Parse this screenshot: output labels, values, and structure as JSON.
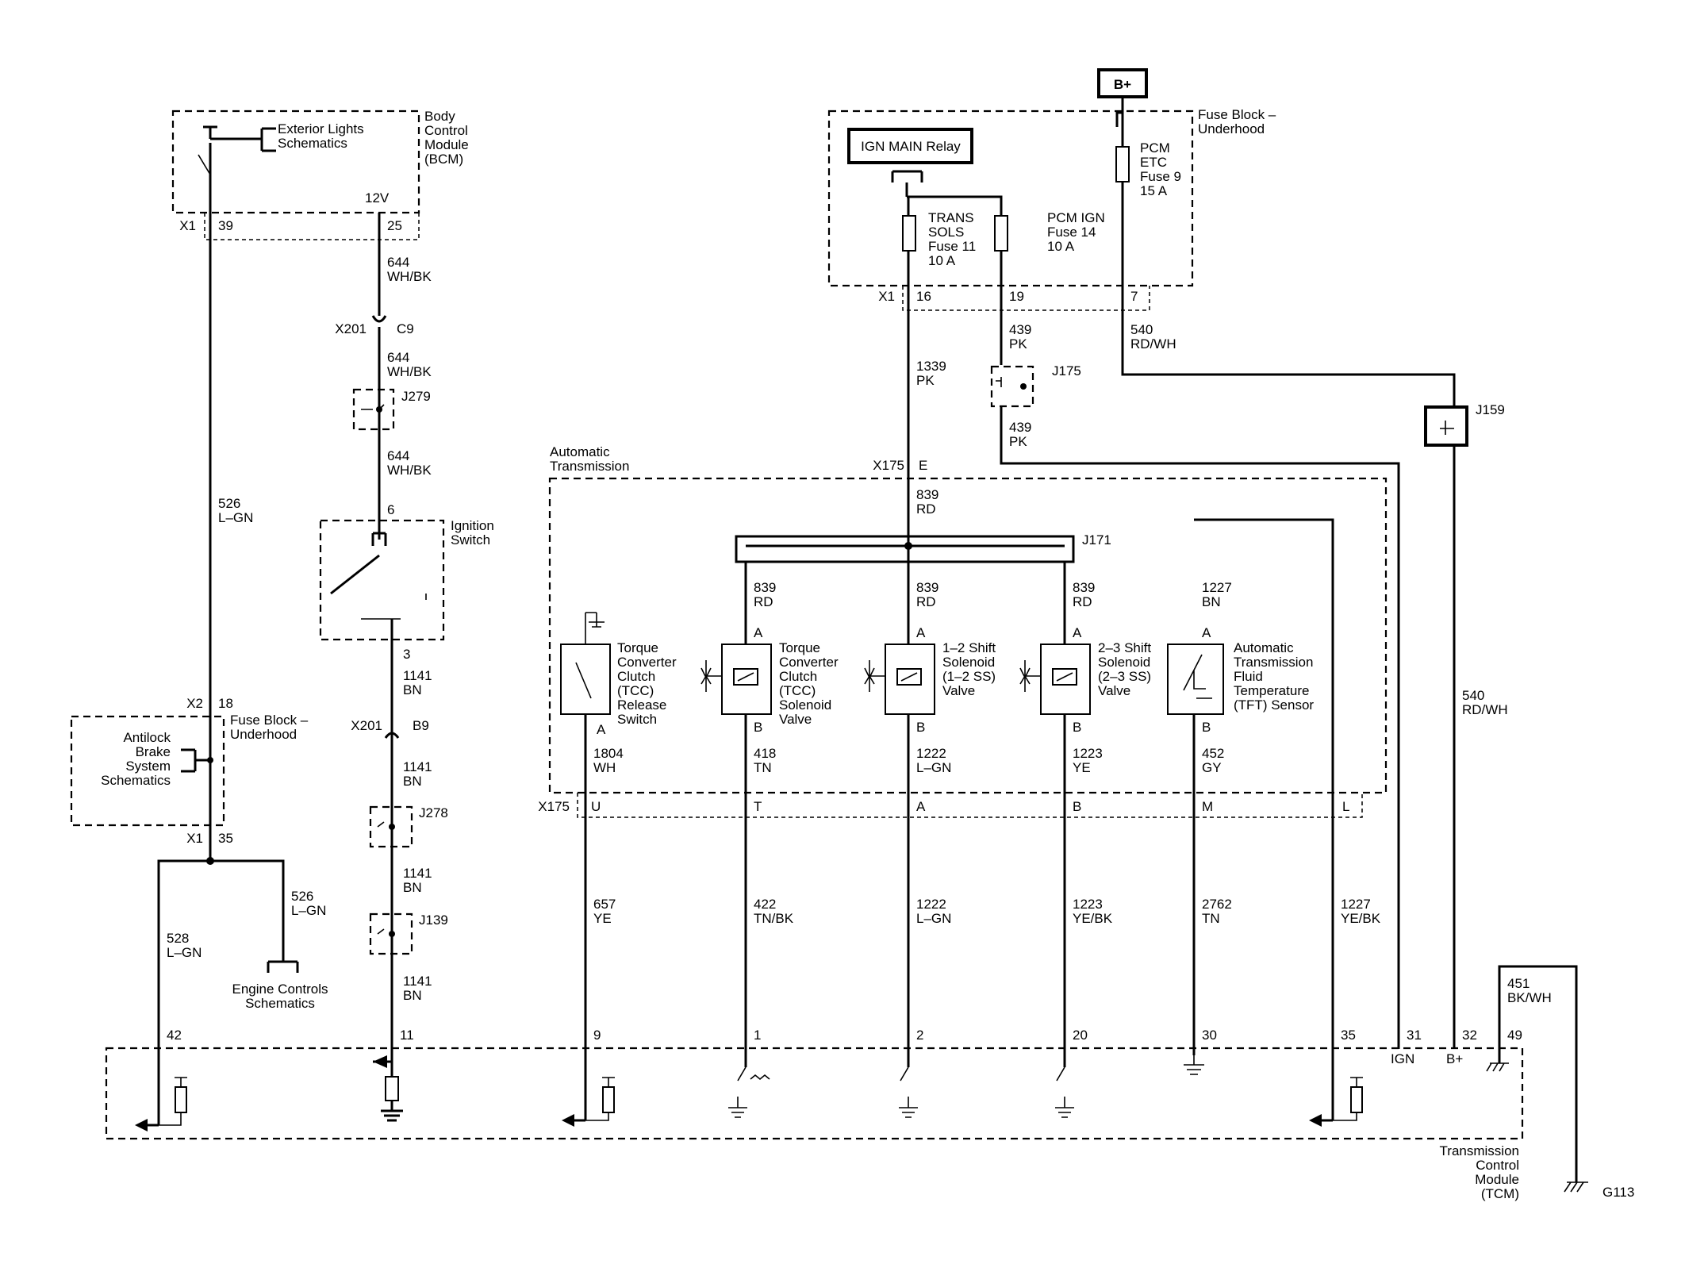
{
  "modules": {
    "bcm": [
      "Body",
      "Control",
      "Module",
      "(BCM)"
    ],
    "fuse_block_top": [
      "Fuse Block –",
      "Underhood"
    ],
    "fuse_block_left": [
      "Fuse Block –",
      "Underhood"
    ],
    "auto_trans": [
      "Automatic",
      "Transmission"
    ],
    "tcm": [
      "Transmission",
      "Control",
      "Module",
      "(TCM)"
    ]
  },
  "refs": {
    "exterior_lights": [
      "Exterior Lights",
      "Schematics"
    ],
    "abs": [
      "Antilock",
      "Brake",
      "System",
      "Schematics"
    ],
    "engine_controls": [
      "Engine Controls",
      "Schematics"
    ]
  },
  "components": {
    "b_plus": "B+",
    "ign_main_relay": "IGN MAIN Relay",
    "fuse_trans_sols": [
      "TRANS",
      "SOLS",
      "Fuse 11",
      "10 A"
    ],
    "fuse_pcm_ign": [
      "PCM IGN",
      "Fuse 14",
      "10 A"
    ],
    "fuse_pcm_etc": [
      "PCM",
      "ETC",
      "Fuse 9",
      "15 A"
    ],
    "ignition_switch": [
      "Ignition",
      "Switch"
    ],
    "tcc_release_switch": [
      "Torque",
      "Converter",
      "Clutch",
      "(TCC)",
      "Release",
      "Switch"
    ],
    "tcc_solenoid": [
      "Torque",
      "Converter",
      "Clutch",
      "(TCC)",
      "Solenoid",
      "Valve"
    ],
    "shift_12": [
      "1–2 Shift",
      "Solenoid",
      "(1–2 SS)",
      "Valve"
    ],
    "shift_23": [
      "2–3 Shift",
      "Solenoid",
      "(2–3 SS)",
      "Valve"
    ],
    "tft_sensor": [
      "Automatic",
      "Transmission",
      "Fluid",
      "Temperature",
      "(TFT) Sensor"
    ]
  },
  "splices": {
    "j279": "J279",
    "j278": "J278",
    "j139": "J139",
    "j175": "J175",
    "j159": "J159",
    "j171": "J171",
    "g113": "G113"
  },
  "connectors": {
    "x1": "X1",
    "x2": "X2",
    "x201": "X201",
    "x175": "X175",
    "voltage_12v": "12V",
    "c9": "C9",
    "b9": "B9",
    "e": "E",
    "pin_u": "U",
    "pin_t": "T",
    "pin_a": "A",
    "pin_b": "B",
    "pin_m": "M",
    "pin_l": "L"
  },
  "pins": {
    "bcm_39": "39",
    "bcm_25": "25",
    "ign_6": "6",
    "ign_3": "3",
    "fb_18": "18",
    "fb_35": "35",
    "fb_16": "16",
    "fb_19": "19",
    "fb_7": "7",
    "tcm": [
      "42",
      "11",
      "9",
      "1",
      "2",
      "20",
      "30",
      "35",
      "31",
      "32",
      "49"
    ],
    "tcm_ign": "IGN",
    "tcm_bplus": "B+"
  },
  "wires": {
    "w644_a": [
      "644",
      "WH/BK"
    ],
    "w644_b": [
      "644",
      "WH/BK"
    ],
    "w644_c": [
      "644",
      "WH/BK"
    ],
    "w526_a": [
      "526",
      "L–GN"
    ],
    "w526_b": [
      "526",
      "L–GN"
    ],
    "w528": [
      "528",
      "L–GN"
    ],
    "w1141_a": [
      "1141",
      "BN"
    ],
    "w1141_b": [
      "1141",
      "BN"
    ],
    "w1141_c": [
      "1141",
      "BN"
    ],
    "w1141_d": [
      "1141",
      "BN"
    ],
    "w1339": [
      "1339",
      "PK"
    ],
    "w439_a": [
      "439",
      "PK"
    ],
    "w439_b": [
      "439",
      "PK"
    ],
    "w540_a": [
      "540",
      "RD/WH"
    ],
    "w540_b": [
      "540",
      "RD/WH"
    ],
    "w839_a": [
      "839",
      "RD"
    ],
    "w839_b": [
      "839",
      "RD"
    ],
    "w839_c": [
      "839",
      "RD"
    ],
    "w839_d": [
      "839",
      "RD"
    ],
    "w1227_a": [
      "1227",
      "BN"
    ],
    "w1227_b": [
      "1227",
      "YE/BK"
    ],
    "w1804": [
      "1804",
      "WH"
    ],
    "w418": [
      "418",
      "TN"
    ],
    "w1222_a": [
      "1222",
      "L–GN"
    ],
    "w1223_a": [
      "1223",
      "YE"
    ],
    "w452": [
      "452",
      "GY"
    ],
    "w657": [
      "657",
      "YE"
    ],
    "w422": [
      "422",
      "TN/BK"
    ],
    "w1222_b": [
      "1222",
      "L–GN"
    ],
    "w1223_b": [
      "1223",
      "YE/BK"
    ],
    "w2762": [
      "2762",
      "TN"
    ],
    "w451": [
      "451",
      "BK/WH"
    ]
  }
}
